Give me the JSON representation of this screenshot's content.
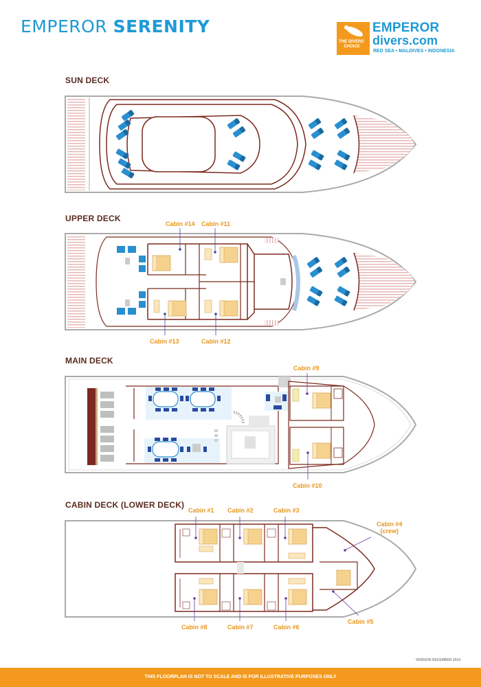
{
  "header": {
    "title_light": "EMPEROR",
    "title_bold": "SERENITY"
  },
  "logo": {
    "brand": "EMPEROR",
    "site": "divers.com",
    "tagline": "RED SEA • MALDIVES • INDONESIA",
    "badge": "THE DIVERS' CHOICE",
    "colors": {
      "blue": "#1e9ad6",
      "orange": "#f39a1e"
    }
  },
  "decks": {
    "sun": {
      "title": "SUN DECK"
    },
    "upper": {
      "title": "UPPER DECK",
      "cabins": {
        "c14": "Cabin #14",
        "c11": "Cabin #11",
        "c13": "Cabin #13",
        "c12": "Cabin #12"
      }
    },
    "main": {
      "title": "MAIN DECK",
      "cabins": {
        "c9": "Cabin #9",
        "c10": "Cabin #10"
      }
    },
    "cabin": {
      "title": "CABIN DECK (LOWER DECK)",
      "cabins": {
        "c1": "Cabin #1",
        "c2": "Cabin #2",
        "c3": "Cabin #3",
        "c4": "Cabin #4",
        "c4_note": "(crew)",
        "c5": "Cabin #5",
        "c6": "Cabin #6",
        "c7": "Cabin #7",
        "c8": "Cabin #8"
      }
    }
  },
  "version": "VERSION DECEMBER 2014",
  "footer": "THIS FLOORPLAN IS NOT TO SCALE AND IS FOR ILLUSTRATIVE PURPOSES ONLY",
  "colors": {
    "hull": "#aaaaaa",
    "rail": "#7a2a1e",
    "label": "#e8971e",
    "seat": "#2a8fd0",
    "bed": "#f6d28f"
  }
}
